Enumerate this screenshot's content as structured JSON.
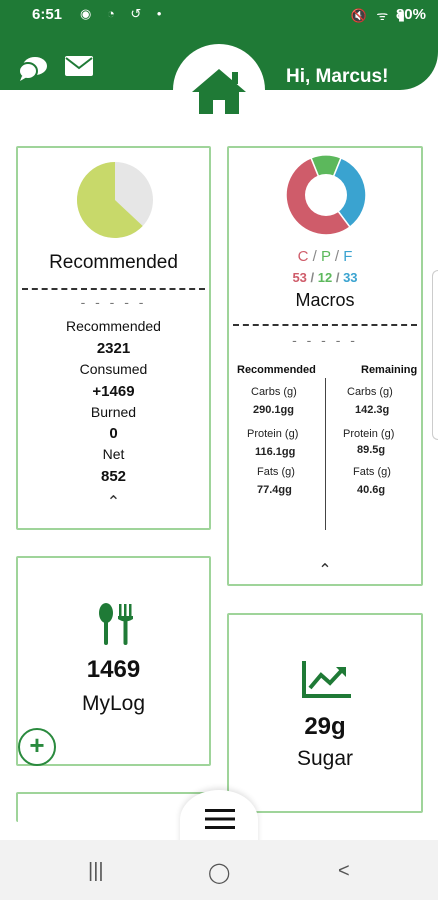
{
  "status_bar": {
    "time": "6:51",
    "battery": "80%",
    "left_icons": "◉ ◔ ↺ •",
    "right_icons": "🔇 ᯤ ▮"
  },
  "header": {
    "greeting": "Hi, Marcus!",
    "icons": [
      "chat-icon",
      "mail-icon",
      "home-icon"
    ]
  },
  "recommended_card": {
    "title": "Recommended",
    "short_dash": "- - - - -",
    "stats": [
      {
        "label": "Recommended",
        "value": "2321"
      },
      {
        "label": "Consumed",
        "value": "+1469"
      },
      {
        "label": "Burned",
        "value": "0"
      },
      {
        "label": "Net",
        "value": "852"
      }
    ],
    "chevron": "⌃",
    "pie_consumed_fraction": 0.63,
    "colors": {
      "consumed": "#c8d96a",
      "remaining": "#e6e6e6"
    }
  },
  "macros_card": {
    "cpf_c": "C",
    "cpf_p": "P",
    "cpf_f": "F",
    "slash": " / ",
    "val_c": "53",
    "val_p": "12",
    "val_f": "33",
    "title": "Macros",
    "short_dash": "- - - - -",
    "recommended_head": "Recommended",
    "remaining_head": "Remaining",
    "rows": [
      {
        "label": "Carbs (g)",
        "recommended": "290.1gg",
        "remaining": "142.3g"
      },
      {
        "label": "Protein (g)",
        "recommended": "116.1gg",
        "remaining": "89.5g"
      },
      {
        "label": "Fats (g)",
        "recommended": "77.4gg",
        "remaining": "40.6g"
      }
    ],
    "chevron": "⌃",
    "colors": {
      "carbs": "#cf5c6a",
      "protein": "#5cb85c",
      "fats": "#3aa3d0"
    }
  },
  "mylog_card": {
    "value": "1469",
    "label": "MyLog",
    "add": "+"
  },
  "sugar_card": {
    "value": "29g",
    "label": "Sugar"
  },
  "nav": {
    "recents": "|||",
    "home": "◯",
    "back": "<"
  },
  "accent": "#1f7a36"
}
